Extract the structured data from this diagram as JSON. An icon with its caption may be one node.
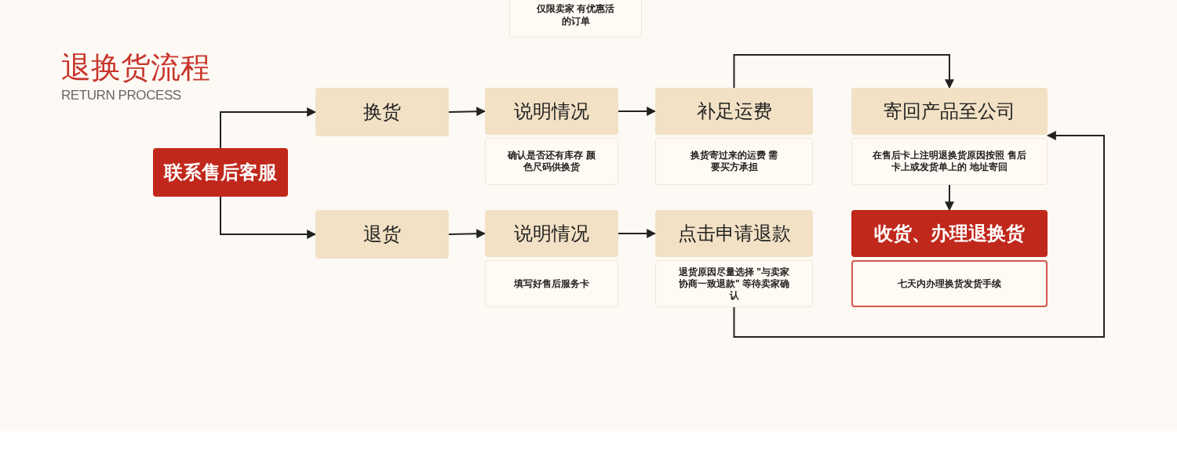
{
  "diagram": {
    "title": "退换货流程",
    "nodes": [
      {
        "text": [
          "仅限卖家 有优惠活的订单"
        ]
      },
      {
        "text": [
          "联系售后客服"
        ]
      },
      {
        "text": [
          "换货"
        ]
      },
      {
        "text": [
          "说明情况",
          "确认是否还有库存 颜色尺码供换货"
        ]
      },
      {
        "text": [
          "补足运费",
          "换货寄过来的运费 需要买方承担"
        ]
      },
      {
        "text": [
          "寄回产品至公司",
          "在售后卡上注明退换货原因按照 售后卡上或发货单上的 地址寄回"
        ]
      },
      {
        "text": [
          "收货、办理退换货",
          "七天内办理换货发货手续"
        ]
      },
      {
        "text": [
          "退货"
        ]
      },
      {
        "text": [
          "说明情况",
          "填写好售后服务卡"
        ]
      },
      {
        "text": [
          "点击申请退款",
          "退货原因尽量选择 \"与卖家协商一致退款\" 等待卖家确认"
        ]
      }
    ],
    "edges": [
      {
        "from": 1,
        "to": 2,
        "arrow": "to"
      },
      {
        "from": 1,
        "to": 7,
        "arrow": "to"
      },
      {
        "from": 2,
        "to": 3,
        "arrow": "to"
      },
      {
        "from": 3,
        "to": 4,
        "arrow": "to"
      },
      {
        "from": 4,
        "to": 5,
        "arrow": "to"
      },
      {
        "from": 5,
        "to": 6,
        "arrow": "to"
      },
      {
        "from": 7,
        "to": 8,
        "arrow": "to"
      },
      {
        "from": 8,
        "to": 9,
        "arrow": "to"
      },
      {
        "from": 9,
        "to": 5,
        "arrow": "to"
      }
    ],
    "labels": [
      "RETURN PROCESS"
    ]
  }
}
